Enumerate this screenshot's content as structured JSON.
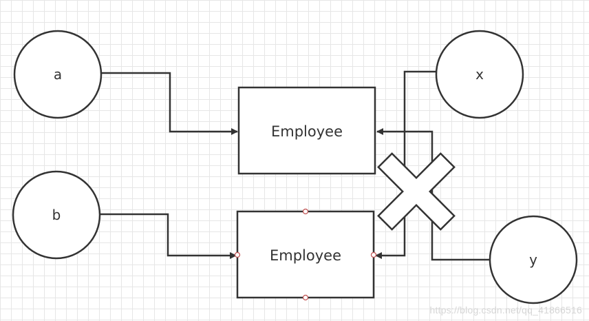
{
  "nodes": {
    "a": "a",
    "b": "b",
    "x": "x",
    "y": "y"
  },
  "boxes": {
    "top": "Employee",
    "bottom": "Employee"
  },
  "watermark": "https://blog.csdn.net/qq_41866516",
  "colors": {
    "stroke": "#333333",
    "text": "#333333",
    "handle": "#c05050",
    "grid": "#e6e6e6"
  }
}
